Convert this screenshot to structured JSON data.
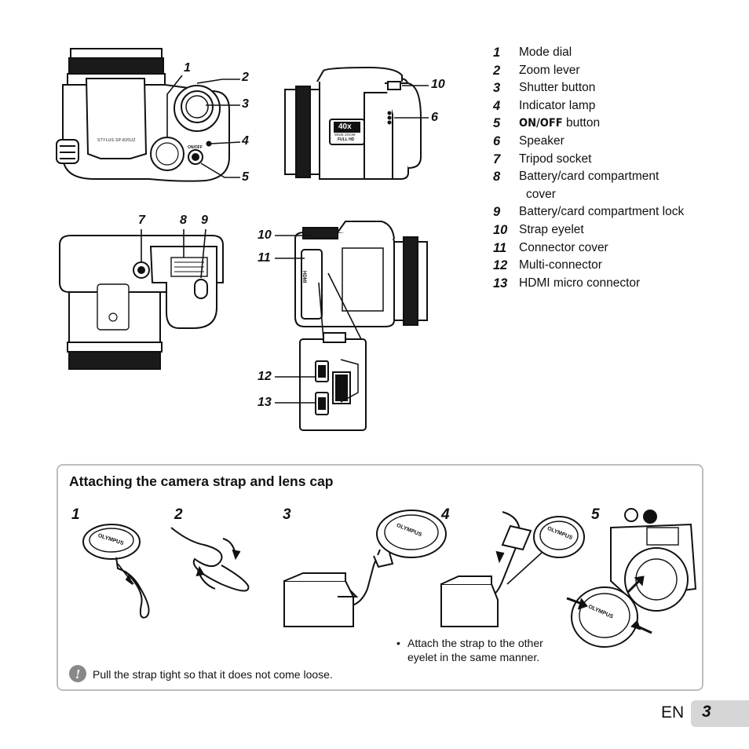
{
  "callouts": {
    "c1": "1",
    "c2": "2",
    "c3": "3",
    "c4": "4",
    "c5": "5",
    "c6": "6",
    "c7": "7",
    "c8": "8",
    "c9": "9",
    "c10a": "10",
    "c10b": "10",
    "c11": "11",
    "c12": "12",
    "c13": "13"
  },
  "camera_text": {
    "model": "STYLUS SP-820UZ",
    "onoff": "ON/OFF",
    "zoom_badge": "40x",
    "wide_zoom": "WIDE ZOOM",
    "full_hd": "FULL HD",
    "hdmi": "HDMI",
    "brand": "OLYMPUS"
  },
  "parts": [
    {
      "num": "1",
      "label": "Mode dial"
    },
    {
      "num": "2",
      "label": "Zoom lever"
    },
    {
      "num": "3",
      "label": "Shutter button"
    },
    {
      "num": "4",
      "label": "Indicator lamp"
    },
    {
      "num": "5",
      "label_bold": "ON/OFF",
      "label": " button"
    },
    {
      "num": "6",
      "label": "Speaker"
    },
    {
      "num": "7",
      "label": "Tripod socket"
    },
    {
      "num": "8",
      "label": "Battery/card compartment",
      "label_cont": "cover"
    },
    {
      "num": "9",
      "label": "Battery/card compartment lock"
    },
    {
      "num": "10",
      "label": "Strap eyelet"
    },
    {
      "num": "11",
      "label": "Connector cover"
    },
    {
      "num": "12",
      "label": "Multi-connector"
    },
    {
      "num": "13",
      "label": "HDMI micro connector"
    }
  ],
  "strap_section": {
    "title": "Attaching the camera strap and lens cap",
    "steps": [
      "1",
      "2",
      "3",
      "4",
      "5"
    ],
    "bullet": "•",
    "step4_note_line1": "Attach the strap to the other",
    "step4_note_line2": "eyelet in the same manner.",
    "tip_text": "Pull the strap tight so that it does not come loose."
  },
  "footer": {
    "lang": "EN",
    "page": "3"
  }
}
